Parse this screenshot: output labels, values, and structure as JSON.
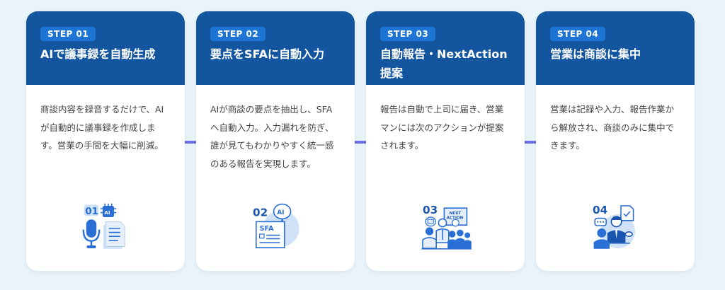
{
  "colors": {
    "header": "#13559e",
    "badge": "#1e74d2",
    "connector": "#6a70e4",
    "background": "#e9f3fa",
    "icon": "#2a6fd6"
  },
  "steps": [
    {
      "badge": "STEP 01",
      "title": "AIで議事録を自動生成",
      "body": "商談内容を録音するだけで、AIが自動的に議事録を作成します。営業の手間を大幅に削減。",
      "icon": "microphone-ai-document-icon",
      "icon_number": "01",
      "icon_label": "AI"
    },
    {
      "badge": "STEP 02",
      "title": "要点をSFAに自動入力",
      "body": "AIが商談の要点を抽出し、SFAへ自動入力。入力漏れを防ぎ、誰が見てもわかりやすく統一感のある報告を実現します。",
      "icon": "ai-brain-sfa-form-icon",
      "icon_number": "02",
      "icon_label": "SFA",
      "icon_label2": "AI"
    },
    {
      "badge": "STEP 03",
      "title": "自動報告・NextAction提案",
      "body": "報告は自動で上司に届き、営業マンには次のアクションが提案されます。",
      "icon": "presentation-next-action-icon",
      "icon_number": "03",
      "icon_label": "NEXT",
      "icon_label2": "ACTION"
    },
    {
      "badge": "STEP 04",
      "title": "営業は商談に集中",
      "body": "営業は記録や入力、報告作業から解放され、商談のみに集中できます。",
      "icon": "sales-meeting-icon",
      "icon_number": "04"
    }
  ]
}
